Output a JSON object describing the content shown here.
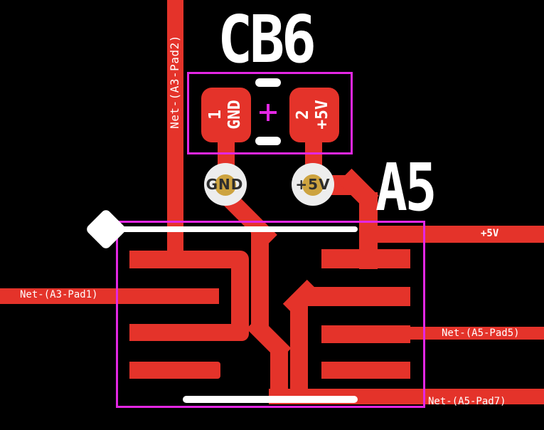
{
  "view": {
    "type": "pcb-layout-canvas"
  },
  "colors": {
    "background": "#000000",
    "copper": "#e4332a",
    "courtyard": "#e327e3",
    "silkscreen": "#ffffff",
    "pad_ring": "#ededed",
    "pad_hole_gold": "#cda33f",
    "pad_text": "#2e2e2e"
  },
  "components": {
    "cb6": {
      "reference": "CB6",
      "pads": [
        {
          "number": "1",
          "net": "GND"
        },
        {
          "number": "2",
          "net": "+5V"
        }
      ]
    },
    "a5": {
      "reference": "A5"
    }
  },
  "vias": [
    {
      "label": "GND"
    },
    {
      "label": "+5V"
    }
  ],
  "net_labels": {
    "a3_pad2": "Net-(A3-Pad2)",
    "a3_pad1": "Net-(A3-Pad1)",
    "plus5v": "+5V",
    "a5_pad5": "Net-(A5-Pad5)",
    "a5_pad7": "Net-(A5-Pad7)"
  }
}
